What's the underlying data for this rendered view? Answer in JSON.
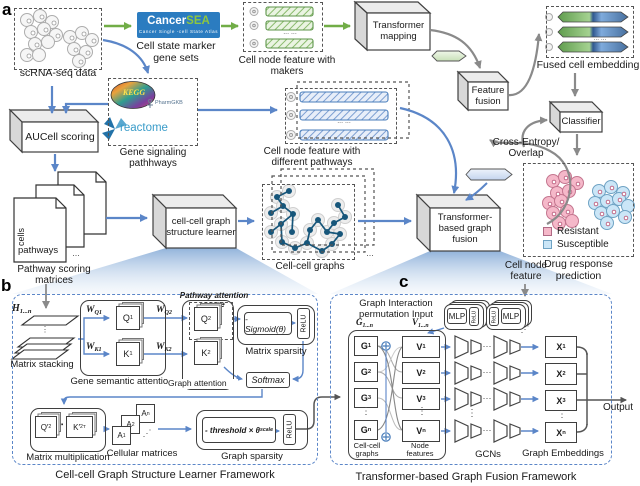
{
  "panel_a": {
    "label": "a",
    "scrna_caption": "scRNA-seq data",
    "cancersea_title_1": "Cancer",
    "cancersea_title_2": "SEA",
    "cancersea_subtitle": "Cancer  Single -cell  State  Atlas",
    "cancersea_caption": "Cell state marker gene sets",
    "marker_feature_caption": "Cell node feature with makers",
    "marker_dots": "... ...",
    "transformer_mapping_label": "Transformer mapping",
    "fused_caption": "Fused cell embedding",
    "fused_dots": "... ...",
    "feature_fusion_label": "Feature fusion",
    "classifier_label": "Classifier",
    "loss_label": "Cross-Entropy/ Overlap",
    "legend_resistant": "Resistant",
    "legend_susceptible": "Susceptible",
    "drug_caption": "Drug response prediction",
    "kegg_label": "KEGG",
    "pharmgkb_label": "PharmGKB",
    "reactome_label": "reactome",
    "pathway_db_caption": "Gene signaling pathhways",
    "aucell_label": "AUCell scoring",
    "axis_cells": "cells",
    "axis_pathways": "pathways",
    "matrices_dots": "...",
    "matrices_caption": "Pathway scoring matrices",
    "structure_learner_label": "cell-cell graph structure learner",
    "graphs_caption": "Cell-cell graphs",
    "graphs_dots": "...",
    "pathway_feature_caption": "Cell node feature with different pathways",
    "pathway_dots": "... ...",
    "graph_fusion_label": "Transformer-based graph fusion",
    "cell_node_feature_label": "Cell node feature"
  },
  "panel_b": {
    "label": "b",
    "h_label": {
      "b": "H",
      "s": "1...n"
    },
    "matrix_stacking": "Matrix stacking",
    "wq1": {
      "b": "W",
      "s": "Q1"
    },
    "wk1": {
      "b": "W",
      "s": "K1"
    },
    "wq2": {
      "b": "W",
      "s": "Q2"
    },
    "wk2": {
      "b": "W",
      "s": "K2"
    },
    "q1": {
      "b": "Q",
      "s": "1"
    },
    "k1": {
      "b": "K",
      "s": "1"
    },
    "q2": {
      "b": "Q",
      "s": "2"
    },
    "k2": {
      "b": "K",
      "s": "2"
    },
    "gene_attention": "Gene semantic attention",
    "graph_attention": "Graph attention",
    "pathway_attention": "Pathway attention score",
    "sigmoid": "- Sigmoid(θ)",
    "relu": "ReLU",
    "matrix_sparsity": "Matrix sparsity",
    "softmax": "Softmax",
    "q2p": {
      "b": "Q′",
      "s": "2"
    },
    "dot": "∙",
    "k2p": {
      "b": "K′",
      "s": "2",
      "p": "T"
    },
    "matrix_multiplication": "Matrix multiplication",
    "a1": {
      "b": "A",
      "s": "1"
    },
    "a2": {
      "b": "A",
      "s": "2"
    },
    "an": {
      "b": "A",
      "s": "n"
    },
    "a_dots": "⋰",
    "cellular_matrices": "Cellular matrices",
    "threshold": {
      "b": "- threshold × θ",
      "s": "scale"
    },
    "graph_sparsity": "Graph sparsity",
    "caption": "Cell-cell Graph Structure Learner Framework"
  },
  "panel_c": {
    "label": "c",
    "input_caption": "Graph Interaction permutation Input",
    "g_range": {
      "b": "G",
      "s": "1...n"
    },
    "v_range": {
      "b": "V",
      "s": "1...n"
    },
    "g_items": [
      {
        "b": "G",
        "s": "1"
      },
      {
        "b": "G",
        "s": "2"
      },
      {
        "b": "G",
        "s": "3"
      },
      {
        "b": "G",
        "s": "n"
      }
    ],
    "v_items": [
      {
        "b": "V",
        "s": "1"
      },
      {
        "b": "V",
        "s": "2"
      },
      {
        "b": "V",
        "s": "3"
      },
      {
        "b": "V",
        "s": "n"
      }
    ],
    "x_items": [
      {
        "b": "X",
        "s": "1"
      },
      {
        "b": "X",
        "s": "2"
      },
      {
        "b": "X",
        "s": "3"
      },
      {
        "b": "X",
        "s": "n"
      }
    ],
    "vdots": "⋮",
    "hdots": "⋯",
    "mlp": "MLP",
    "relu": "ReLU",
    "g_col_label": "Cell-cell graphs",
    "v_col_label": "Node features",
    "gcns_label": "GCNs",
    "embeddings_label": "Graph Embeddings",
    "output_label": "Output",
    "caption": "Transformer-based Graph Fusion Framework"
  }
}
